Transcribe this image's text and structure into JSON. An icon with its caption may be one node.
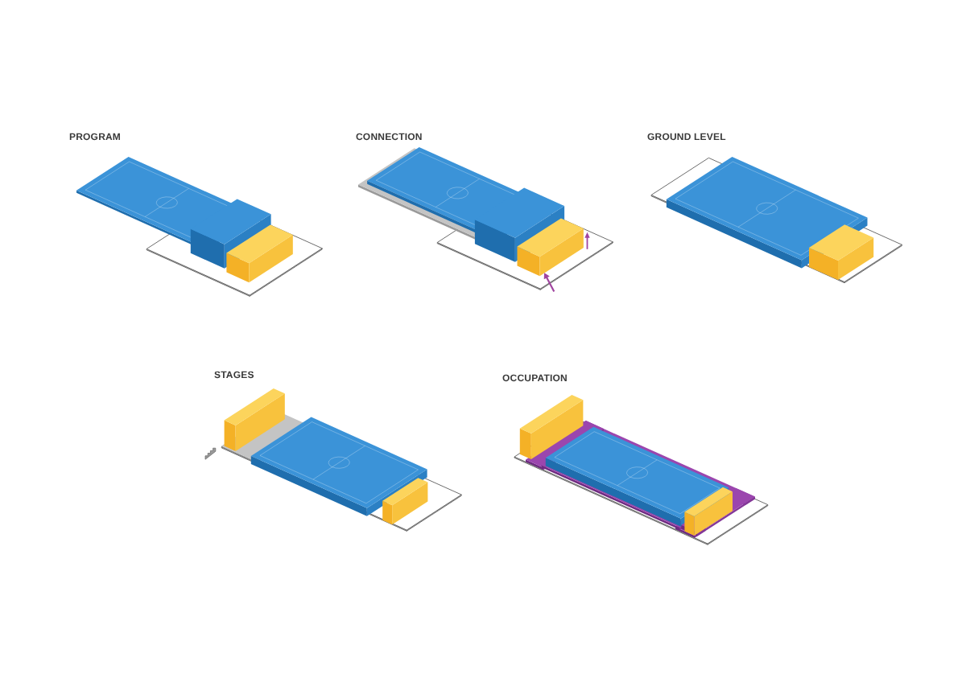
{
  "diagram": {
    "labels": [
      "PROGRAM",
      "CONNECTION",
      "GROUND LEVEL",
      "STAGES",
      "OCCUPATION"
    ]
  }
}
